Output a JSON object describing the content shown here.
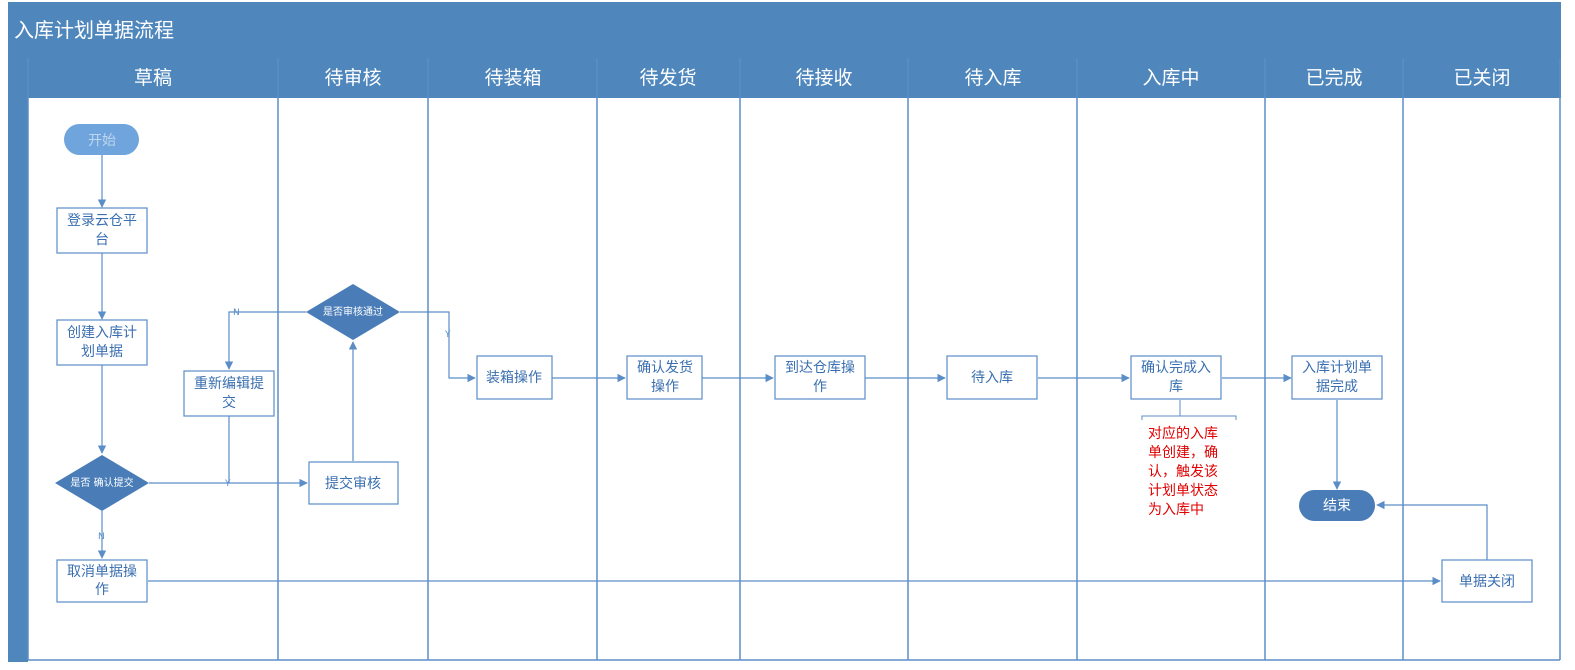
{
  "diagram": {
    "title": "入库计划单据流程",
    "lanes": [
      "草稿",
      "待审核",
      "待装箱",
      "待发货",
      "待接收",
      "待入库",
      "入库中",
      "已完成",
      "已关闭"
    ],
    "nodes": {
      "start": "开始",
      "login": [
        "登录云仓平",
        "台"
      ],
      "create": [
        "创建入库计",
        "划单据"
      ],
      "confirm_submit": "是否 确认提交",
      "cancel": [
        "取消单据操",
        "作"
      ],
      "re_edit": [
        "重新编辑提",
        "交"
      ],
      "review_pass": "是否审核通过",
      "submit_review": "提交审核",
      "boxing": "装箱操作",
      "confirm_ship": [
        "确认发货",
        "操作"
      ],
      "arrive": [
        "到达仓库操",
        "作"
      ],
      "wait_in": "待入库",
      "confirm_done": [
        "确认完成入",
        "库"
      ],
      "plan_done": [
        "入库计划单",
        "据完成"
      ],
      "end": "结束",
      "close": "单据关闭"
    },
    "note": [
      "对应的入库",
      "单创建，确",
      "认，触发该",
      "计划单状态",
      "为入库中"
    ],
    "labels": {
      "n1": "N",
      "y1": "Y",
      "y2": "Y",
      "n2": "N"
    }
  },
  "colors": {
    "header": "#4f87bd",
    "line": "#5b8dc7",
    "node_border": "#5b8dc7",
    "diamond": "#4a7db8",
    "start": "#6fa4dc",
    "end": "#4a7db8",
    "note": "#e00000"
  }
}
